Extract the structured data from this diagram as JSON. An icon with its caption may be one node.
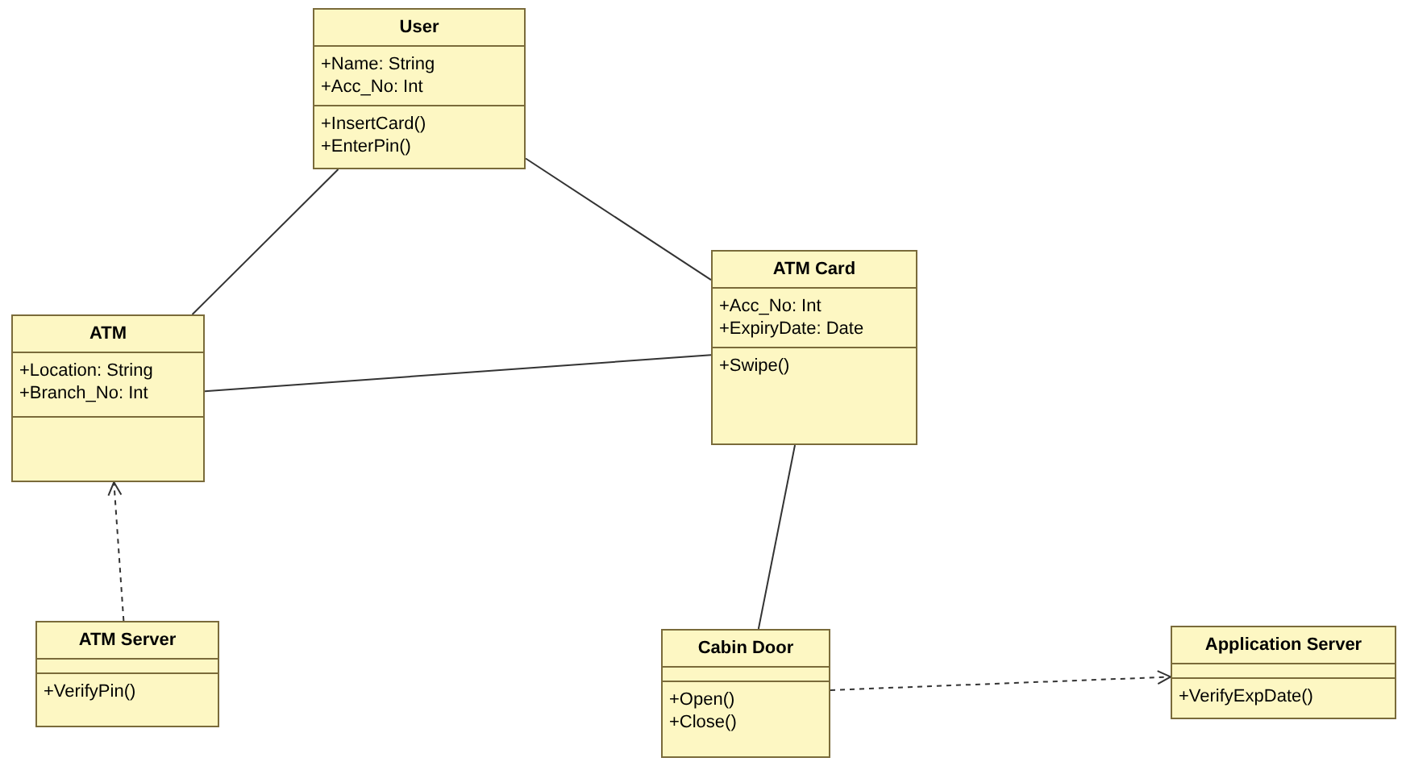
{
  "diagram": {
    "nodes": [
      {
        "text": [
          "User",
          "+Name: String",
          "+Acc_No: Int",
          "+InsertCard()",
          "+EnterPin()"
        ]
      },
      {
        "text": [
          "ATM",
          "+Location: String",
          "+Branch_No: Int"
        ]
      },
      {
        "text": [
          "ATM Card",
          "+Acc_No: Int",
          "+ExpiryDate: Date",
          "+Swipe()"
        ]
      },
      {
        "text": [
          "ATM Server",
          "+VerifyPin()"
        ]
      },
      {
        "text": [
          "Cabin Door",
          "+Open()",
          "+Close()"
        ]
      },
      {
        "text": [
          "Application Server",
          "+VerifyExpDate()"
        ]
      }
    ],
    "edges": [
      {
        "from": 0,
        "to": 1,
        "arrow": "none"
      },
      {
        "from": 0,
        "to": 2,
        "arrow": "none"
      },
      {
        "from": 1,
        "to": 2,
        "arrow": "none"
      },
      {
        "from": 2,
        "to": 4,
        "arrow": "none"
      },
      {
        "from": 3,
        "to": 1,
        "arrow": "to",
        "style": "dashed"
      },
      {
        "from": 4,
        "to": 5,
        "arrow": "to",
        "style": "dashed"
      }
    ]
  }
}
